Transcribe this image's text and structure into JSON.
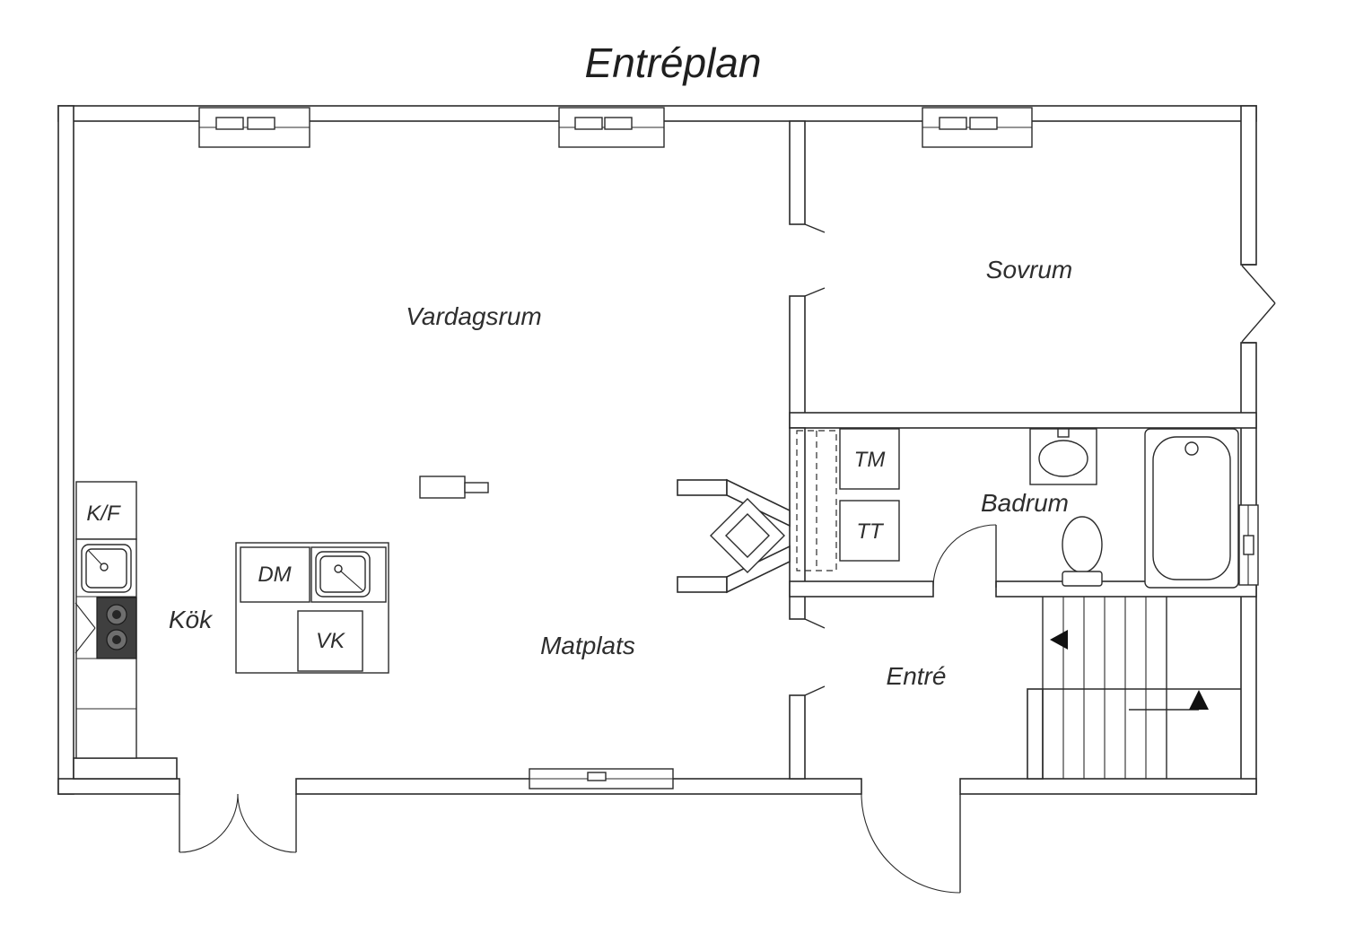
{
  "title": "Entréplan",
  "rooms": {
    "vardagsrum": "Vardagsrum",
    "sovrum": "Sovrum",
    "badrum": "Badrum",
    "kok": "Kök",
    "matplats": "Matplats",
    "entre": "Entré"
  },
  "fixtures": {
    "kf": "K/F",
    "dm": "DM",
    "vk": "VK",
    "tm": "TM",
    "tt": "TT"
  },
  "colors": {
    "wall_stroke": "#2b2b2b",
    "background": "#ffffff",
    "text": "#2e2e2e",
    "stove_fill": "#3f3f3f"
  }
}
